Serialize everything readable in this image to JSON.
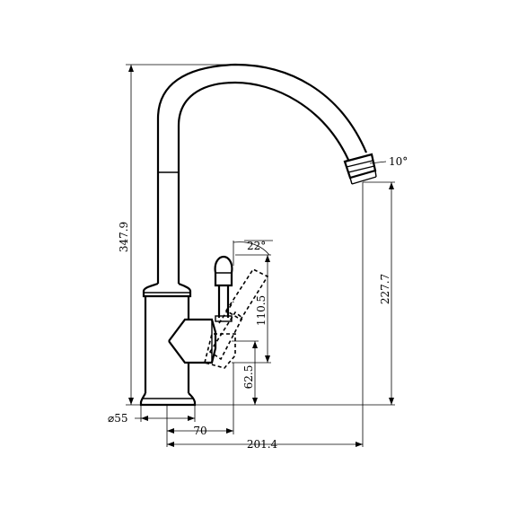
{
  "dimensions": {
    "total_height": "347.9",
    "spout_outlet_height": "227.7",
    "handle_travel_height": "110.5",
    "handle_base_height": "62.5",
    "handle_angle": "22°",
    "spout_angle": "10°",
    "base_diameter": "⌀55",
    "handle_offset": "70",
    "spout_reach": "201.4"
  }
}
